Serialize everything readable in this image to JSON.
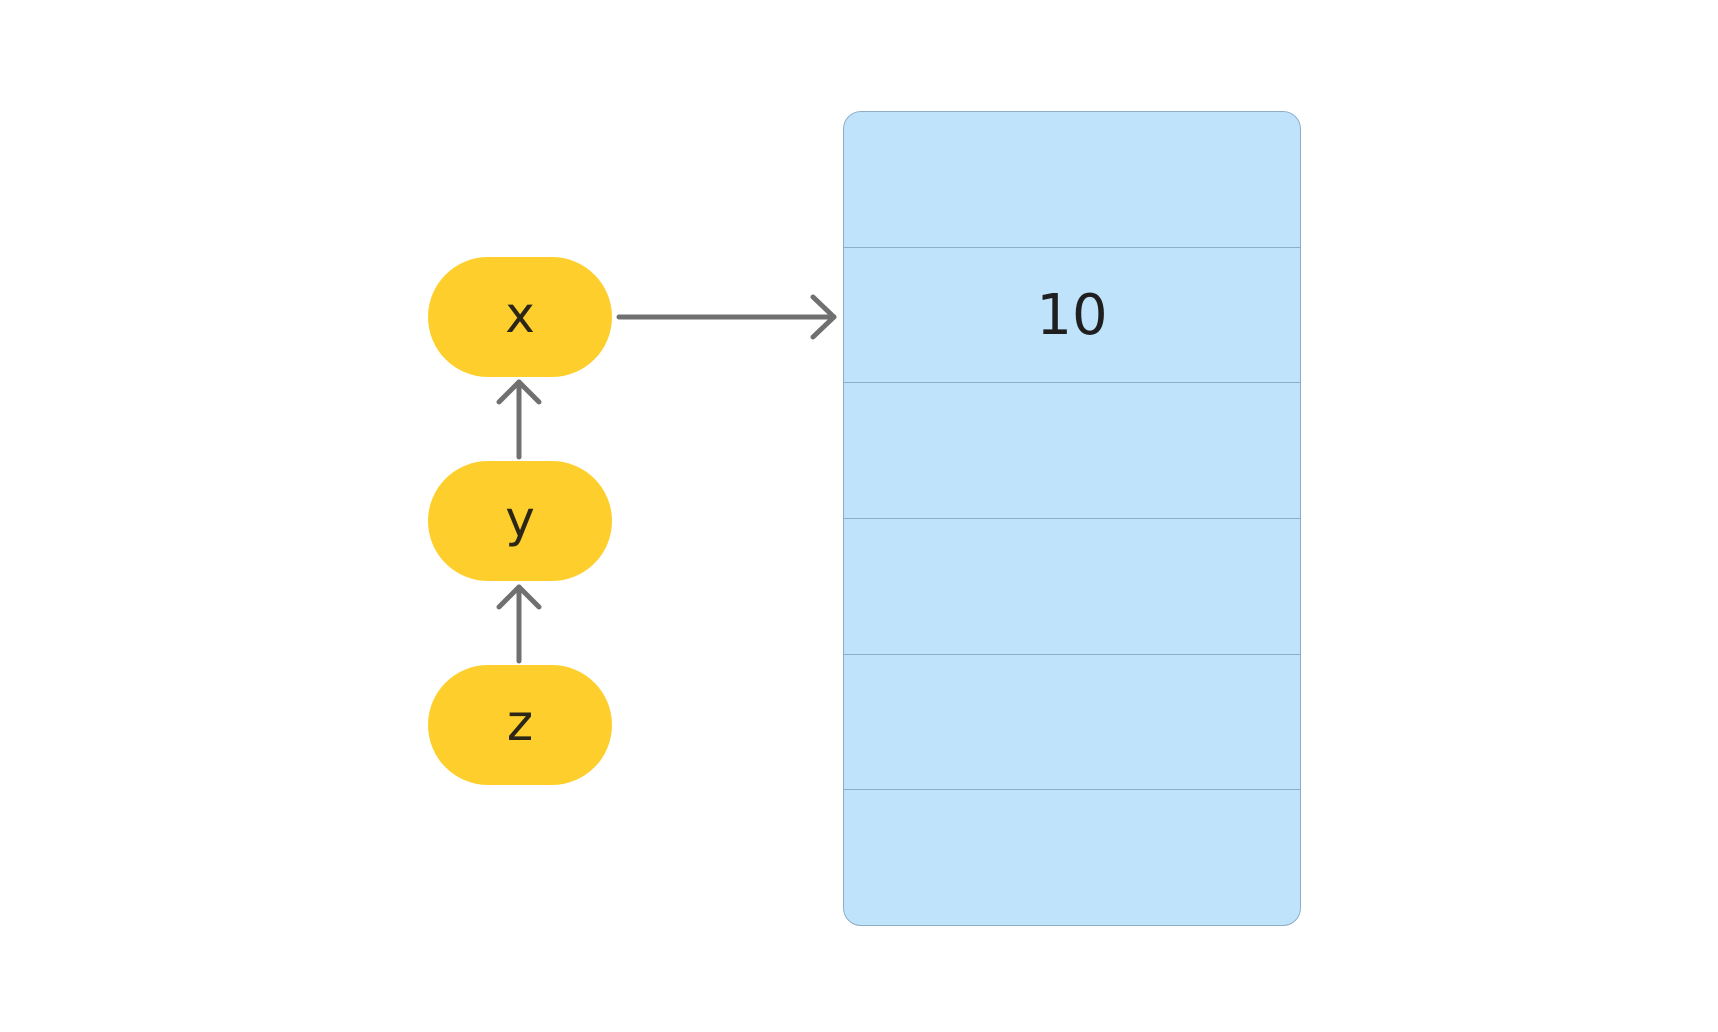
{
  "variables": [
    {
      "name": "x"
    },
    {
      "name": "y"
    },
    {
      "name": "z"
    }
  ],
  "memory": {
    "cells": [
      "",
      "10",
      "",
      "",
      "",
      ""
    ]
  },
  "colors": {
    "variable_fill": "#fecf2c",
    "memory_fill": "#c0e3fc",
    "memory_border": "#8eaec8",
    "arrow": "#707070"
  }
}
